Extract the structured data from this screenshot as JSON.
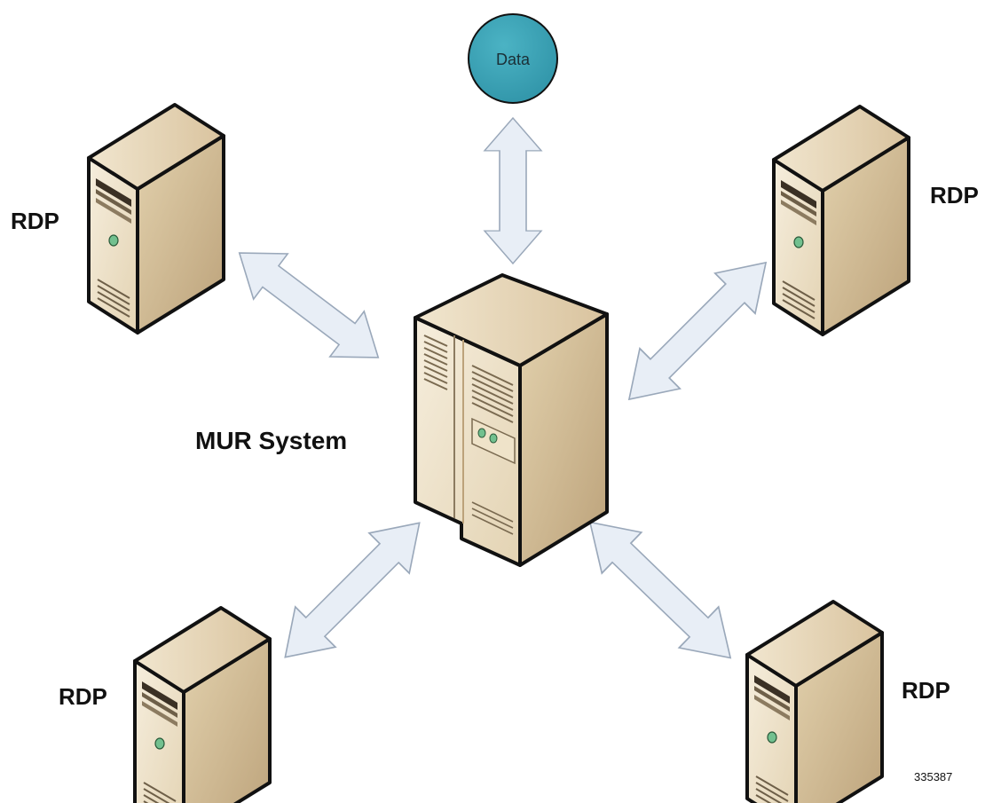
{
  "nodes": {
    "data": {
      "label": "Data",
      "color": "#3aa2b5"
    },
    "mur": {
      "label": "MUR System"
    },
    "rdp_top_left": {
      "label": "RDP"
    },
    "rdp_top_right": {
      "label": "RDP"
    },
    "rdp_bottom_left": {
      "label": "RDP"
    },
    "rdp_bottom_right": {
      "label": "RDP"
    }
  },
  "figure_id": "335387",
  "colors": {
    "arrow_fill": "#e8eef6",
    "arrow_stroke": "#9aa8ba",
    "server_light": "#f3e9d6",
    "server_mid": "#ddcba9",
    "server_dark": "#c3ad86",
    "led": "#72c08f"
  }
}
